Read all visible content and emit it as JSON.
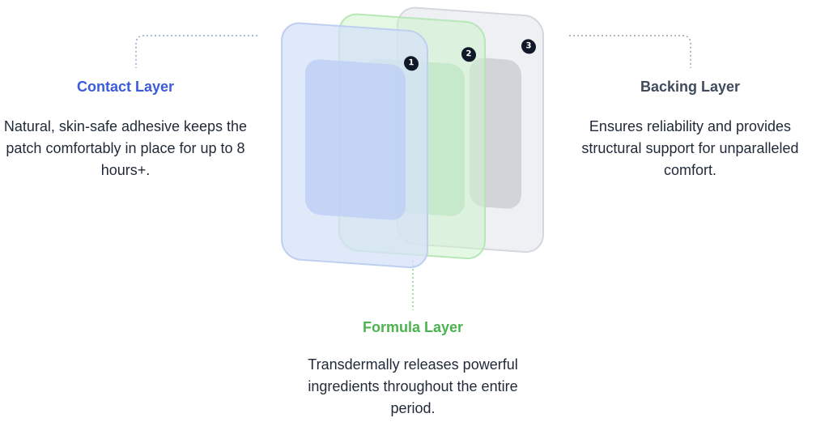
{
  "layers": [
    {
      "id": "contact",
      "number": "1",
      "title": "Contact Layer",
      "description": "Natural, skin-safe adhesive keeps the patch comfortably in place for up to 8 hours+.",
      "title_color": "#3b5bdb"
    },
    {
      "id": "formula",
      "number": "2",
      "title": "Formula Layer",
      "description": "Transdermally releases powerful ingredients throughout the entire period.",
      "title_color": "#4cb34f"
    },
    {
      "id": "backing",
      "number": "3",
      "title": "Backing Layer",
      "description": "Ensures reliability and provides structural support for unparalleled comfort.",
      "title_color": "#3f4a5a"
    }
  ]
}
